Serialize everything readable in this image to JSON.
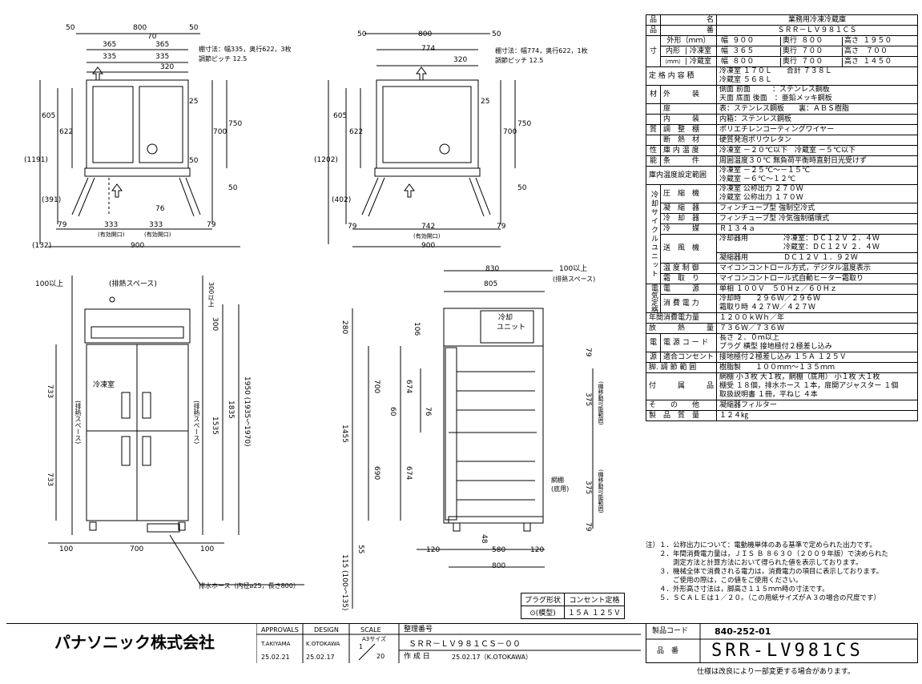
{
  "front_view": {
    "dims_top": [
      "50",
      "800",
      "50",
      "70",
      "365",
      "365",
      "335",
      "335",
      "320"
    ],
    "shelf_note": [
      "棚寸法：幅335，奥行622，3枚",
      "調節ピッチ 12.5"
    ],
    "dims_left": [
      "605",
      "622",
      "(1191)",
      "(391)"
    ],
    "dims_right": [
      "25",
      "700",
      "750",
      "50",
      "50"
    ],
    "dims_bottom": [
      "76",
      "333",
      "333",
      "79",
      "79",
      "(有効開口)",
      "(有効開口)",
      "900",
      "(132)"
    ]
  },
  "top_right_view": {
    "dims_top": [
      "50",
      "800",
      "50",
      "774",
      "320"
    ],
    "shelf_note": [
      "棚寸法：幅774，奥行622，1枚",
      "調節ピッチ 12.5"
    ],
    "dims_left": [
      "605",
      "622",
      "(1202)",
      "(402)"
    ],
    "dims_right": [
      "25",
      "700",
      "750",
      "50"
    ],
    "dims_bottom": [
      "79",
      "742",
      "79",
      "(有効開口)",
      "900"
    ]
  },
  "elevation_view": {
    "top_labels": [
      "100以上",
      "(排熱スペース)",
      "300以上"
    ],
    "door_label": "冷凍室",
    "side_labels": [
      "(排熱スペース)",
      "(排熱スペース)"
    ],
    "dims_left": [
      "733",
      "733"
    ],
    "dims_right": [
      "300",
      "1535",
      "1835",
      "1950 (1935～1970)"
    ],
    "dims_bottom": [
      "100",
      "700",
      "100"
    ],
    "drain_note": "排水ホース（内径⌀25，長さ800）"
  },
  "section_view": {
    "dims_top": [
      "830",
      "100以上",
      "805",
      "(排熱スペース)"
    ],
    "unit_label": [
      "冷却",
      "ユニット"
    ],
    "dims_left": [
      "280",
      "1455",
      "115 (100～135)",
      "55"
    ],
    "dims_inner": [
      "106",
      "700",
      "674",
      "60",
      "76",
      "690",
      "674",
      "48"
    ],
    "dims_right": [
      "375",
      "375",
      "79",
      "79"
    ],
    "right_labels": [
      "(棚移動可能範囲)",
      "(棚移動可能範囲)",
      "網棚",
      "(底用)"
    ],
    "dims_bottom": [
      "120",
      "580",
      "120",
      "800"
    ]
  },
  "spec": [
    {
      "k1": "品",
      "k2": "名",
      "v": "業務用冷凍冷蔵庫"
    },
    {
      "k1": "品",
      "k2": "番",
      "v": "ＳＲＲ－ＬＶ９８１ＣＳ"
    }
  ],
  "spec_size": {
    "k1": "寸",
    "k1b": "法",
    "outer": "外形（ｍｍ）",
    "outer_v": [
      "幅 ９００",
      "奥行 ８００",
      "高さ １９５０"
    ],
    "inner": "内形",
    "inner_unit": "（ｍｍ）",
    "freezer": "冷凍室",
    "freezer_v": [
      "幅 ３６５",
      "奥行 ７００",
      "高さ　７００"
    ],
    "fridge": "冷蔵室",
    "fridge_v": [
      "幅 ８００",
      "奥行 ７００",
      "高さ １４５０"
    ]
  },
  "spec_rows": [
    {
      "k": "定 格 内 容 積",
      "v": [
        "冷凍室 １７０Ｌ　　合計 ７３８Ｌ",
        "冷蔵室 ５６８Ｌ"
      ],
      "h": 2
    },
    {
      "g": "材",
      "k": "外　　　装",
      "v": [
        "側面 前面　　　：ステンレス鋼板",
        "天面 底面 後面　：亜鉛メッキ鋼板"
      ],
      "h": 2
    },
    {
      "g": "",
      "k": "扉",
      "v": [
        "表：ステンレス鋼板　　裏：ＡＢＳ樹脂"
      ],
      "h": 1
    },
    {
      "g": "",
      "k": "内　　　装",
      "v": [
        "内箱：ステンレス鋼板"
      ],
      "h": 1
    },
    {
      "g": "質",
      "k": "調　整　棚",
      "v": [
        "ポリエチレンコーティングワイヤー"
      ],
      "h": 1
    },
    {
      "g": "",
      "k": "断　熱　材",
      "v": [
        "硬質発泡ポリウレタン"
      ],
      "h": 1
    },
    {
      "g": "性",
      "k": "庫 内 温 度",
      "v": [
        "冷凍室 －２０℃以下　冷蔵室 －５℃以下"
      ],
      "h": 1
    },
    {
      "g": "能",
      "k": "条　　　件",
      "v": [
        "周囲温度３０℃ 無負荷平衡時直射日光受けず"
      ],
      "h": 1
    },
    {
      "k": "庫内温度設定範囲",
      "v": [
        "冷凍室 －２５℃～－１５℃",
        "冷蔵室 －６℃～１２℃"
      ],
      "h": 2
    }
  ],
  "spec_cooling_group": "冷却サイクルユニット",
  "spec_cooling": [
    {
      "k": "圧　縮　機",
      "v": [
        "冷凍室 公称出力 ２７０Ｗ",
        "冷蔵室 公称出力 １７０Ｗ"
      ],
      "h": 2
    },
    {
      "k": "凝　縮　器",
      "v": [
        "フィンチューブ型 強制空冷式"
      ],
      "h": 1
    },
    {
      "k": "冷　却　器",
      "v": [
        "フィンチューブ型 冷気強制循環式"
      ],
      "h": 1
    },
    {
      "k": "冷　　　媒",
      "v": [
        "Ｒ１３４ａ"
      ],
      "h": 1
    },
    {
      "k": "温 度 制 御",
      "v": [
        "マイコンコントロール方式，デジタル温度表示"
      ],
      "h": 1
    },
    {
      "k": "霜　取　り",
      "v": [
        "マイコンコントロール式自動ヒーター霜取り"
      ],
      "h": 1
    }
  ],
  "spec_fan": {
    "k": "送　風　機",
    "cool": "冷却器用",
    "cool_v": [
      "冷凍室：ＤＣ１２Ｖ ２．４Ｗ",
      "冷蔵室：ＤＣ１２Ｖ ２．４Ｗ"
    ],
    "cond": "凝縮器用",
    "cond_v": "ＤＣ１２Ｖ １．９２Ｗ"
  },
  "spec_elec_group": "電気定格",
  "spec_elec": [
    {
      "k": "電　　　源",
      "v": [
        "単相 １００Ｖ　５０Ｈｚ／６０Ｈｚ"
      ],
      "h": 1
    },
    {
      "k": "消 費 電 力",
      "v": [
        "冷却時　　２９６Ｗ／２９６Ｗ",
        "霜取り時 ４２７Ｗ／４２７Ｗ"
      ],
      "h": 2
    }
  ],
  "spec_tail1": [
    {
      "k": "年間消費電力量",
      "v": [
        "１２００ｋＷｈ／年"
      ],
      "h": 1
    },
    {
      "k": "放　　　熱　　　量",
      "v": [
        "７３６Ｗ／７３６Ｗ"
      ],
      "h": 1
    }
  ],
  "spec_power": [
    {
      "g": "電",
      "k": "電 源 コ ー ド",
      "v": [
        "長さ ２．０ｍ以上",
        "プラグ 横型 接地極付２極差し込み"
      ],
      "h": 2
    },
    {
      "g": "源",
      "k": "適合コンセント",
      "v": [
        "接地極付２極差し込み １５Ａ １２５Ｖ"
      ],
      "h": 1
    }
  ],
  "spec_tail2": [
    {
      "k": "脚. 調 節 範 囲",
      "v": [
        "樹脂製　　１００ｍｍ～１３５ｍｍ"
      ],
      "h": 1
    },
    {
      "k": "付　　　属　　　品",
      "v": [
        "網棚 小３枚 大１枚，網棚（底用） 小１枚 大１枚",
        "棚受 １８個，排水ホース １本，扉開アジャスター １個",
        "取扱説明書 １冊，平ねじ ４本"
      ],
      "h": 3
    },
    {
      "k": "そ　　の　　他",
      "v": [
        "凝縮器フィルター"
      ],
      "h": 1
    },
    {
      "k": "製　品　質　量",
      "v": [
        "１２４㎏"
      ],
      "h": 1
    }
  ],
  "notes": [
    "注）１．公称出力について：電動機単体のある基準で定められた出力です。",
    "　　２．年間消費電力量は，ＪＩＳ Ｂ ８６３０（２００９年版）で決められた",
    "　　　　測定方法と計算方法において得られた値を表示しております。",
    "　　３．機械全体で消費される電力は，消費電力の項目に表示しております。",
    "　　　　ご使用の際は，この値をご使用ください。",
    "　　４．外形高さ寸法は，脚高さ１１５ｍｍ時の寸法です。",
    "　　５．ＳＣＡＬＥは１／２０。（この用紙サイズがＡ３の場合の尺度です）"
  ],
  "plug": {
    "h1": "プラグ形状",
    "h2": "コンセント定格",
    "v1": "(模型)",
    "v2": "１５Ａ １２５Ｖ"
  },
  "title_block": {
    "company": "パナソニック株式会社",
    "approvals": "APPROVALS",
    "design": "DESIGN",
    "scale": "SCALE",
    "a3": "A3サイズ",
    "approver": "T.AKIYAMA",
    "designer": "K.OTOKAWA",
    "scale_v1": "1",
    "scale_v2": "20",
    "date1": "25.02.21",
    "date2": "25.02.17",
    "ref_label": "整理番号",
    "ref_no": "ＳＲＲ－ＬＶ９８１ＣＳ－００",
    "made_label": "作 成 日",
    "made_v": "25.02.17（K.OTOKAWA）",
    "code_label": "製品コード",
    "code_v": "840-252-01",
    "model_label": "品　番",
    "model_v": "SRR-LV981CS",
    "footer": "仕様は改良により一部変更する場合があります。"
  }
}
